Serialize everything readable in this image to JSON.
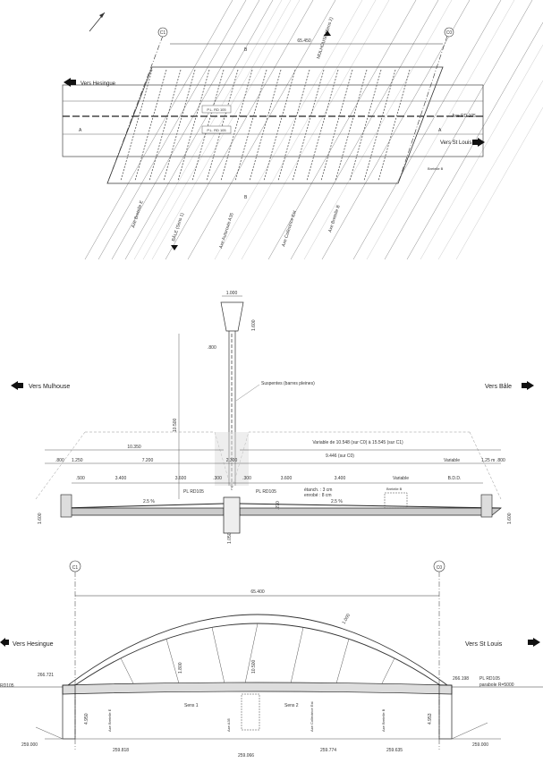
{
  "plan": {
    "left_direction": "Vers Hesingue",
    "right_direction": "Vers St Louis",
    "axis_c1": "C1",
    "axis_c0": "C0",
    "span": "65.450",
    "section_a": "A",
    "section_b": "B",
    "road_top": "MULHOUSE (Sens 2)",
    "road_bale": "BÂLE (Sens 1)",
    "road_a35": "Axe Autoroute A35",
    "road_bretelle_e": "Axe Bretelle E",
    "road_collectrice": "Axe Collectrice Est",
    "road_bretelle_b": "Axe Bretelle B",
    "road_label_right": "Axe RD 105",
    "pr_top": "P.L. RD 105",
    "pr_bottom": "P.L. RD 105",
    "bretelle_b_small": "Bretelle B"
  },
  "section": {
    "left_direction": "Vers Mulhouse",
    "right_direction": "Vers Bâle",
    "top_width": "1.000",
    "mast_dim": "1.600",
    "mast_off": ".800",
    "height": "10.500",
    "suspentes": "Suspentes (barres pleines)",
    "variable_note": "Variable de 10.548 (sur C0) à 15.545 (sur C1)",
    "left_total": "10.350",
    "right_total": "9.446 (sur C0)",
    "dims_left": [
      ".800",
      "1.250",
      "7.200",
      "2.300"
    ],
    "dims_right": [
      "Variable",
      "1.25 m",
      ".800"
    ],
    "sub_left": [
      ".500",
      "3.400",
      "3.600"
    ],
    "sub_mid": [
      ".300",
      ".300"
    ],
    "sub_right": [
      "3.600",
      "3.400",
      "Variable",
      "B.D.D."
    ],
    "slope_left": "2.5 %",
    "slope_right": "2.5 %",
    "pl_left": "PL RD105",
    "pl_right": "PL RD105",
    "etanch": "étanch. : 3 cm",
    "enrobe": "enrobé : 8 cm",
    "depth_left": "1.600",
    "depth_right": "1.600",
    "depth_mid": "1.050",
    "depth_mid2": ".270",
    "bretelle_label": "Bretelle B"
  },
  "elevation": {
    "axis_c1": "C1",
    "axis_c0": "C0",
    "span": "65.400",
    "left_direction": "Vers Hesingue",
    "right_direction": "Vers St Louis",
    "arch_dim": "1.000",
    "rise": "10.500",
    "mid_depth": "1.800",
    "level_left": "266.721",
    "level_right": "266.198",
    "pl_right": "PL RD105",
    "parabole": "parabole R=5000",
    "rd_left": "RD105",
    "ground_left": "259.000",
    "ground_right": "259.000",
    "lvl_a": "259.818",
    "lvl_b": "259.066",
    "lvl_c": "259.774",
    "lvl_d": "259.635",
    "h_left": "4.950",
    "h_right": "4.953",
    "sens1": "Sens 1",
    "sens2": "Sens 2",
    "axis_labels": [
      "Axe Bretelle E",
      "Axe A35",
      "Axe Collectrice Est",
      "Axe Bretelle B"
    ]
  }
}
